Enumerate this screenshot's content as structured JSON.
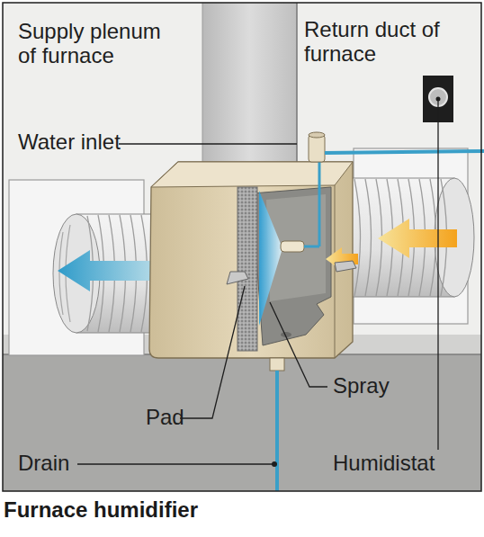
{
  "diagram": {
    "title": "Furnace humidifier",
    "labels": [
      "Supply plenum of furnace",
      "Return duct of furnace",
      "Water inlet",
      "Spray",
      "Pad",
      "Drain",
      "Humidistat"
    ]
  }
}
